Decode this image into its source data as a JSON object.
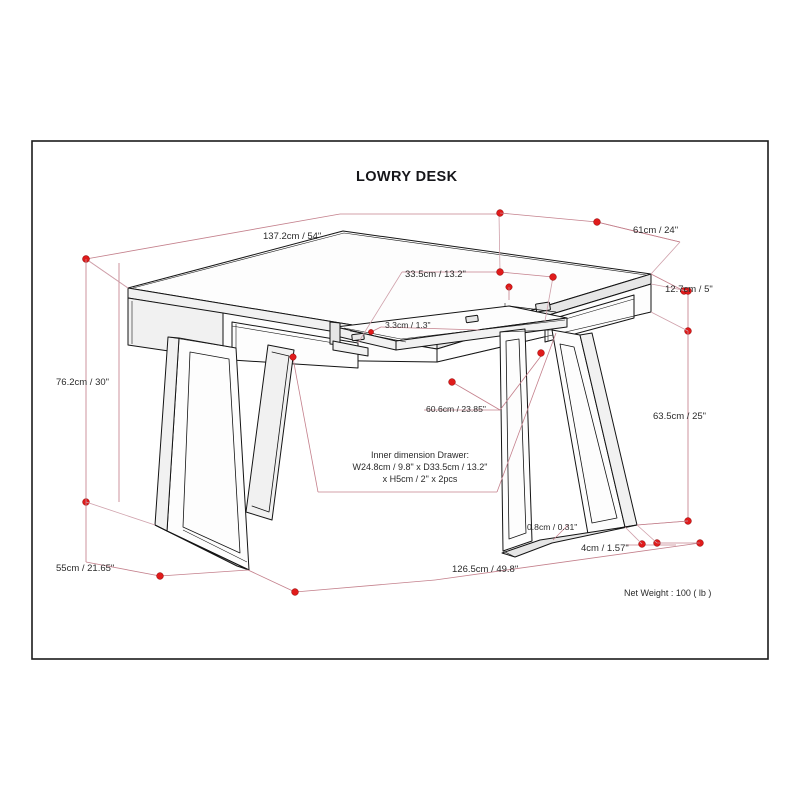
{
  "document": {
    "title": "LOWRY DESK",
    "product_name": "Lowry Desk",
    "drawing_type": "dimensioned furniture spec drawing",
    "background_color": "#ffffff",
    "frame_color": "#1b1b1b",
    "dimension_line_color": "#c4808c",
    "dimension_point_color": "#e01b1b",
    "drawing_line_color": "#141414"
  },
  "dimensions": {
    "top_width": "137.2cm / 54\"",
    "top_depth": "61cm / 24\"",
    "drawer_front_width": "33.5cm / 13.2\"",
    "apron_height": "12.7cm / 5\"",
    "keyboard_tray_thickness": "3.3cm / 1.3\"",
    "keyboard_tray_width": "60.6cm / 23.85\"",
    "overall_height": "76.2cm / 30\"",
    "leg_clearance_height": "63.5cm / 25\"",
    "base_depth": "55cm / 21.65\"",
    "base_width": "126.5cm / 49.8\"",
    "leg_thickness": "0.8cm / 0.31\"",
    "leg_width": "4cm / 1.57\""
  },
  "notes": {
    "inner_drawer": [
      "Inner dimension Drawer:",
      "W24.8cm / 9.8\" x D33.5cm / 13.2\"",
      "x H5cm / 2\" x 2pcs"
    ]
  },
  "weight": {
    "label": "Net Weight : 100 ( lb )",
    "value": 100,
    "unit": "lb"
  }
}
